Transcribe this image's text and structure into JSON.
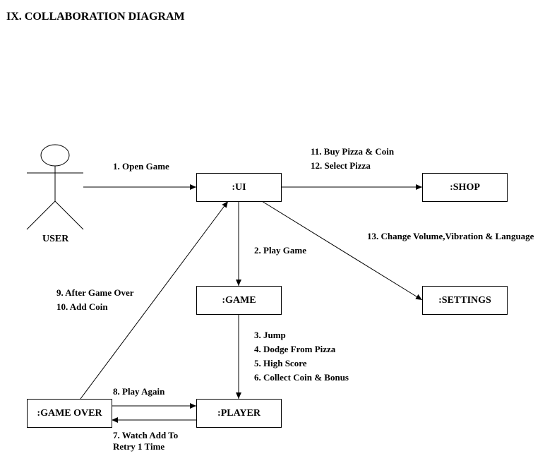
{
  "title": "IX. COLLABORATION DIAGRAM",
  "actor": {
    "label": "USER"
  },
  "objects": {
    "ui": ":UI",
    "shop": ":SHOP",
    "game": ":GAME",
    "settings": ":SETTINGS",
    "player": ":PLAYER",
    "game_over": ":GAME OVER"
  },
  "messages": {
    "open_game": "1. Open Game",
    "play_game": "2. Play Game",
    "jump": "3. Jump",
    "dodge": "4. Dodge From Pizza",
    "high_score": "5. High Score",
    "collect": "6. Collect Coin & Bonus",
    "watch_ad_line1": "7. Watch Add To",
    "watch_ad_line2": "Retry 1 Time",
    "play_again": "8. Play Again",
    "after_game_over": "9. After Game Over",
    "add_coin": "10. Add Coin",
    "buy": "11. Buy Pizza & Coin",
    "select_pizza": "12. Select Pizza",
    "settings_msg": "13. Change Volume,Vibration & Language"
  }
}
